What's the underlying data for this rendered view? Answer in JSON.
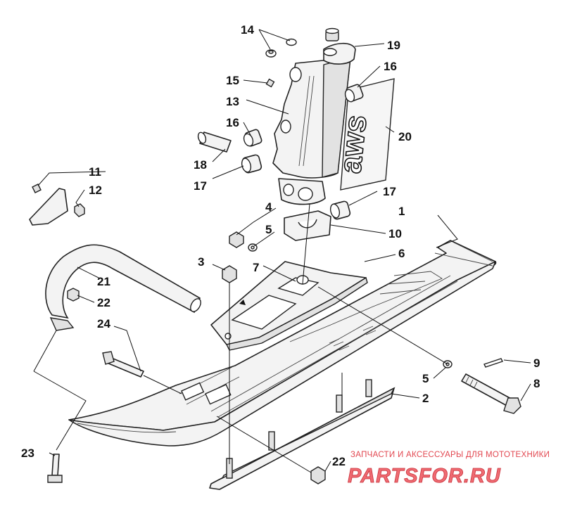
{
  "parts": [
    {
      "label": "1"
    },
    {
      "label": "2"
    },
    {
      "label": "3"
    },
    {
      "label": "4"
    },
    {
      "label": "5"
    },
    {
      "label": "5"
    },
    {
      "label": "6"
    },
    {
      "label": "7"
    },
    {
      "label": "8"
    },
    {
      "label": "9"
    },
    {
      "label": "10"
    },
    {
      "label": "11"
    },
    {
      "label": "12"
    },
    {
      "label": "13"
    },
    {
      "label": "14"
    },
    {
      "label": "15"
    },
    {
      "label": "16"
    },
    {
      "label": "16"
    },
    {
      "label": "17"
    },
    {
      "label": "17"
    },
    {
      "label": "18"
    },
    {
      "label": "19"
    },
    {
      "label": "20"
    },
    {
      "label": "21"
    },
    {
      "label": "22"
    },
    {
      "label": "22"
    },
    {
      "label": "23"
    },
    {
      "label": "24"
    }
  ],
  "decal": {
    "text": "aws"
  },
  "watermark": {
    "caption": "ЗАПЧАСТИ И АКСЕССУАРЫ ДЛЯ МОТОТЕХНИКИ",
    "logo": "PARTSFOR.RU"
  },
  "colors": {
    "line": "#222222",
    "watermark": "#e2464f"
  }
}
